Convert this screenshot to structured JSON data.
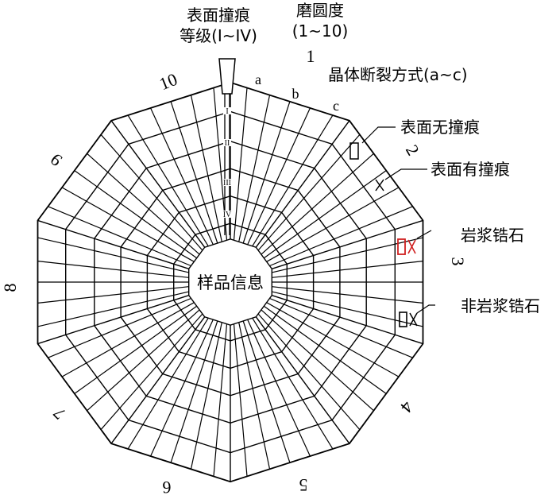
{
  "colors": {
    "ink": "#000000",
    "accent": "#d02020"
  },
  "labels": {
    "scratch_grade_line1": "表面撞痕",
    "scratch_grade_line2": "等级(I~IV)",
    "roundness_line1": "磨圆度",
    "roundness_line2": "(1~10)",
    "fracture": "晶体断裂方式(a~c)",
    "center": "样品信息"
  },
  "legend": [
    {
      "text": "表面无撞痕",
      "symbol": "□"
    },
    {
      "text": "表面有撞痕",
      "symbol": "X"
    },
    {
      "text": "岩浆锆石",
      "symbol": "□X",
      "color": "#d02020"
    },
    {
      "text": "非岩浆锆石",
      "symbol": "□X"
    }
  ],
  "sector_numbers": [
    "1",
    "2",
    "3",
    "4",
    "5",
    "6",
    "7",
    "8",
    "9",
    "10"
  ],
  "fracture_letters": [
    "a",
    "b",
    "c"
  ],
  "scratch_grades": [
    "I",
    "II",
    "III",
    "IV"
  ]
}
